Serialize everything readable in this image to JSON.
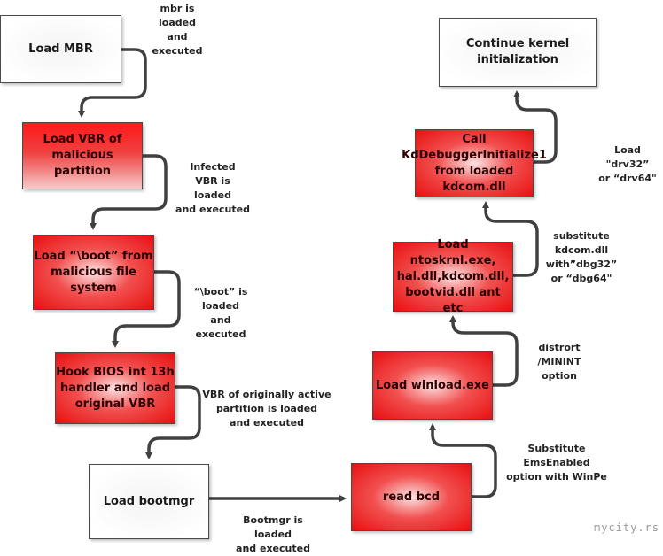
{
  "boxes": [
    {
      "id": "load-mbr",
      "text": "Load MBR",
      "style": "white"
    },
    {
      "id": "load-vbr",
      "text": "Load VBR of\nmalicious partition",
      "style": "red"
    },
    {
      "id": "load-boot",
      "text": "Load “\\boot” from\nmalicious file\nsystem",
      "style": "red"
    },
    {
      "id": "hook-bios",
      "text": "Hook BIOS int 13h\nhandler and load\noriginal VBR",
      "style": "red"
    },
    {
      "id": "load-bootmgr",
      "text": "Load bootmgr",
      "style": "white"
    },
    {
      "id": "read-bcd",
      "text": "read bcd",
      "style": "red"
    },
    {
      "id": "load-winload",
      "text": "Load winload.exe",
      "style": "red"
    },
    {
      "id": "load-ntoskrnl",
      "text": "Load ntoskrnl.exe,\nhal.dll,kdcom.dll,\nbootvid.dll ant etc",
      "style": "red"
    },
    {
      "id": "call-kddebugger",
      "text": "Call\nKdDebuggerInitialize1\nfrom loaded kdcom.dll",
      "style": "red"
    },
    {
      "id": "continue-kernel",
      "text": "Continue kernel\ninitialization",
      "style": "white"
    }
  ],
  "edges": [
    {
      "from": "load-mbr",
      "to": "load-vbr",
      "label": "mbr is\nloaded\nand executed"
    },
    {
      "from": "load-vbr",
      "to": "load-boot",
      "label": "Infected\nVBR is loaded\nand executed"
    },
    {
      "from": "load-boot",
      "to": "hook-bios",
      "label": "“\\boot” is\nloaded\nand executed"
    },
    {
      "from": "hook-bios",
      "to": "load-bootmgr",
      "label": "VBR of originally active\npartition is loaded\nand executed"
    },
    {
      "from": "load-bootmgr",
      "to": "read-bcd",
      "label": "Bootmgr is loaded\nand executed"
    },
    {
      "from": "read-bcd",
      "to": "load-winload",
      "label": "Substitute\nEmsEnabled\noption with WinPe"
    },
    {
      "from": "load-winload",
      "to": "load-ntoskrnl",
      "label": "distrort\n/MININT option"
    },
    {
      "from": "load-ntoskrnl",
      "to": "call-kddebugger",
      "label": "substitute\nkdcom.dll\nwith”dbg32”\nor “dbg64\""
    },
    {
      "from": "call-kddebugger",
      "to": "continue-kernel",
      "label": "Load \"drv32”\nor “drv64\""
    }
  ],
  "colors": {
    "red": "#e81010",
    "arrow": "#404040",
    "border": "#4a4a4a"
  },
  "watermark": "mycity.rs"
}
